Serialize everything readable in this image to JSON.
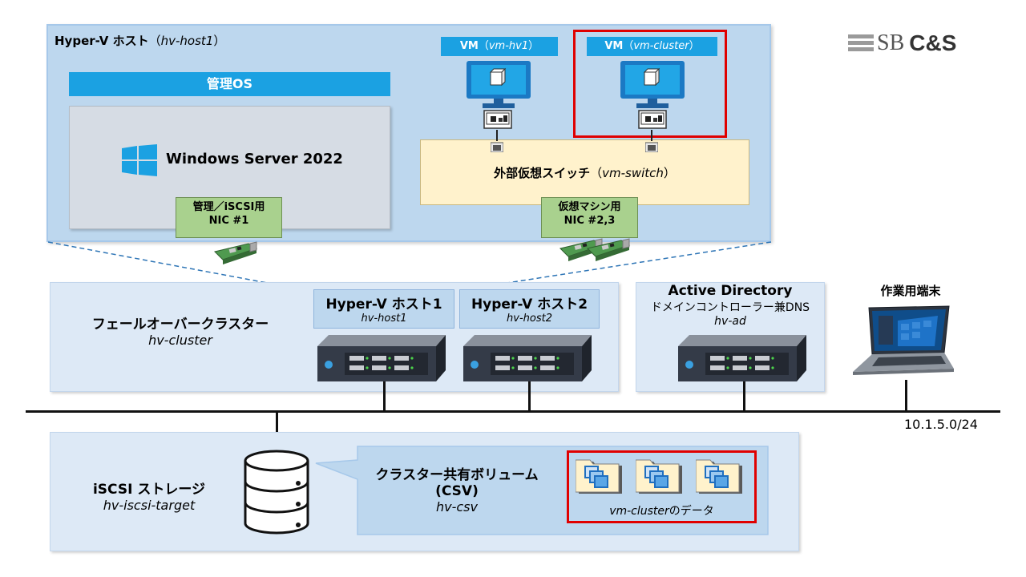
{
  "hv_host1_panel": {
    "title_bold": "Hyper-V ホスト",
    "title_italic": "hv-host1",
    "mgmt_os_label": "管理OS",
    "windows_label": "Windows Server 2022",
    "nic1_line1": "管理／iSCSI用",
    "nic1_line2": "NIC #1",
    "nic23_line1": "仮想マシン用",
    "nic23_line2": "NIC #2,3",
    "switch_bold": "外部仮想スイッチ",
    "switch_italic": "vm-switch",
    "vm1_bold": "VM",
    "vm1_italic": "vm-hv1",
    "vm2_bold": "VM",
    "vm2_italic": "vm-cluster"
  },
  "logo": {
    "text_left": "SB",
    "text_right": "C&S"
  },
  "cluster": {
    "title": "フェールオーバークラスター",
    "name": "hv-cluster",
    "host1_title": "Hyper-V ホスト1",
    "host1_name": "hv-host1",
    "host2_title": "Hyper-V ホスト2",
    "host2_name": "hv-host2"
  },
  "ad": {
    "title": "Active Directory",
    "subtitle": "ドメインコントローラー兼DNS",
    "name": "hv-ad"
  },
  "terminal": {
    "label": "作業用端末"
  },
  "network": {
    "subnet": "10.1.5.0/24"
  },
  "storage": {
    "title": "iSCSI ストレージ",
    "name": "hv-iscsi-target",
    "csv_line1": "クラスター共有ボリューム",
    "csv_line2": "(CSV)",
    "csv_name": "hv-csv",
    "data_italic": "vm-cluster",
    "data_suffix": "のデータ"
  },
  "colors": {
    "accent": "#1ba1e2",
    "highlight": "#e00000",
    "switch": "#fff2cc",
    "nic": "#a9d18e"
  }
}
